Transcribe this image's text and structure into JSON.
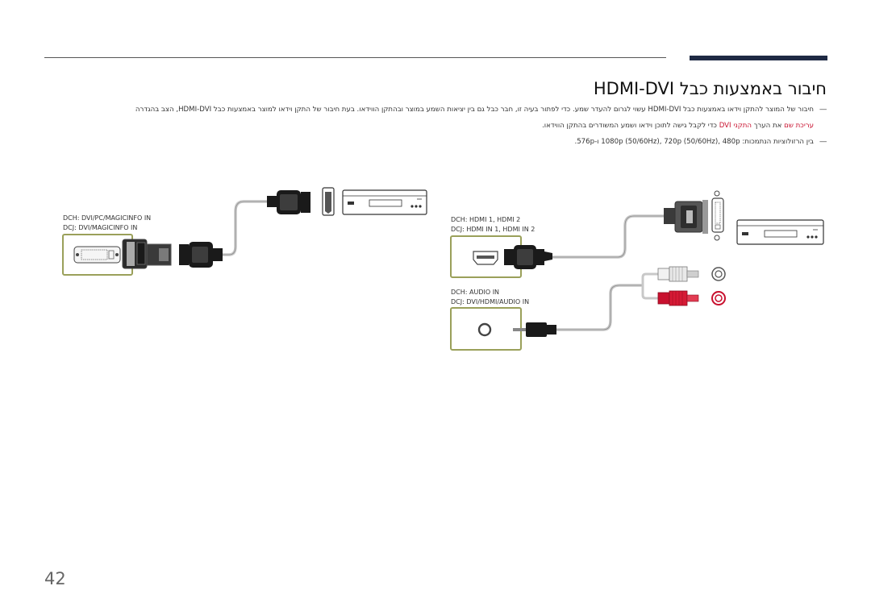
{
  "header": {
    "title": "חיבור באמצעות כבל HDMI-DVI"
  },
  "notes": {
    "line1": "חיבור של המוצר להתקן וידאו באמצעות כבל HDMI-DVI עשוי לגרום להעדר שמע. כדי לפתור בעיה זו, חבר כבל גם בין יציאות השמע במוצר ובהתקן הווידאו. בעת חיבור של התקן וידאו למוצר באמצעות כבל HDMI-DVI, הצב בהגדרה",
    "line2_red1": "עריכת שם",
    "line2_mid": " את הערך ",
    "line2_red2": "התקני DVI",
    "line2_end": " כדי לקבל גישה לתוכן וידאו ושמע המשודרים בהתקן הווידאו.",
    "line3": "בין הרזולוציות הנתמכות: 1080p (50/60Hz), 720p (50/60Hz), 480p ו-576p.",
    "dash": "―"
  },
  "diagram_left": {
    "port_label_dch": "DCH: DVI/PC/MAGICINFO IN",
    "port_label_dcj": "DCJ: DVI/MAGICINFO IN"
  },
  "diagram_right": {
    "hdmi_label_dch": "DCH: HDMI 1, HDMI 2",
    "hdmi_label_dcj": "DCJ: HDMI IN 1, HDMI IN 2",
    "audio_label_dch": "DCH: AUDIO IN",
    "audio_label_dcj": "DCJ: DVI/HDMI/AUDIO IN"
  },
  "colors": {
    "accent_bar": "#1f2a44",
    "highlight": "#c8102e",
    "port_frame": "#9aa05a"
  },
  "page": {
    "number": "42"
  }
}
